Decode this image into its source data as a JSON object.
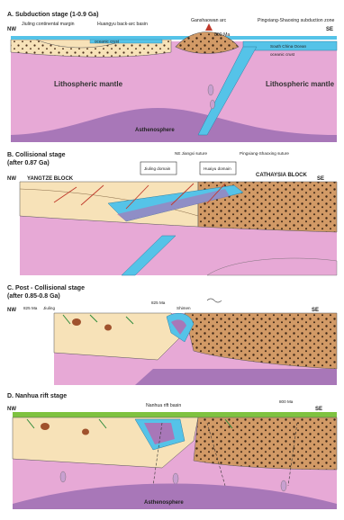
{
  "panelA": {
    "title": "A. Subduction stage (1-0.9 Ga)",
    "nw": "NW",
    "se": "SE",
    "arc_left": "Jiuling continental margin",
    "backarc": "Huangyu back-arc basin",
    "arc_name": "Ganshaowan arc",
    "arc_age": "800 Ma",
    "subduction_zone": "Pingxiang-Shaoxing subduction zone",
    "ocean": "South China Ocean",
    "lith_left": "Lithospheric mantle",
    "lith_right": "Lithospheric mantle",
    "astheno": "Asthenosphere",
    "ocean_crust_left": "oceanic crust",
    "ocean_crust_right": "oceanic crust"
  },
  "panelB": {
    "title": "B. Collisional stage",
    "subtitle": "(after 0.87 Ga)",
    "nw": "NW",
    "se": "SE",
    "yangtze": "YANGTZE BLOCK",
    "cathaysia": "CATHAYSIA BLOCK",
    "suture_ne": "NE Jiangxi suture",
    "suture_pingxiang": "Pingxiang-Shaoxing suture",
    "box1": "Jiuling domain",
    "box2": "Huaiyu domain"
  },
  "panelC": {
    "title": "C. Post - Collisional stage",
    "subtitle": "(after 0.85-0.8 Ga)",
    "nw": "NW",
    "se": "SE",
    "age_left": "825 Ma",
    "place_left": "Jiuling",
    "age_right": "825 Ma",
    "place_right": "Shimen"
  },
  "panelD": {
    "title": "D. Nanhua rift stage",
    "nw": "NW",
    "se": "SE",
    "basin": "Nanhua rift basin",
    "age": "800 Ma",
    "astheno": "Asthenosphere"
  },
  "colors": {
    "mantle": "#e7a9d6",
    "astheno": "#a877b8",
    "crust": "#f7e2b8",
    "cathaysia": "#d29a66",
    "ocean": "#55c3e8",
    "green": "#7fc240"
  }
}
